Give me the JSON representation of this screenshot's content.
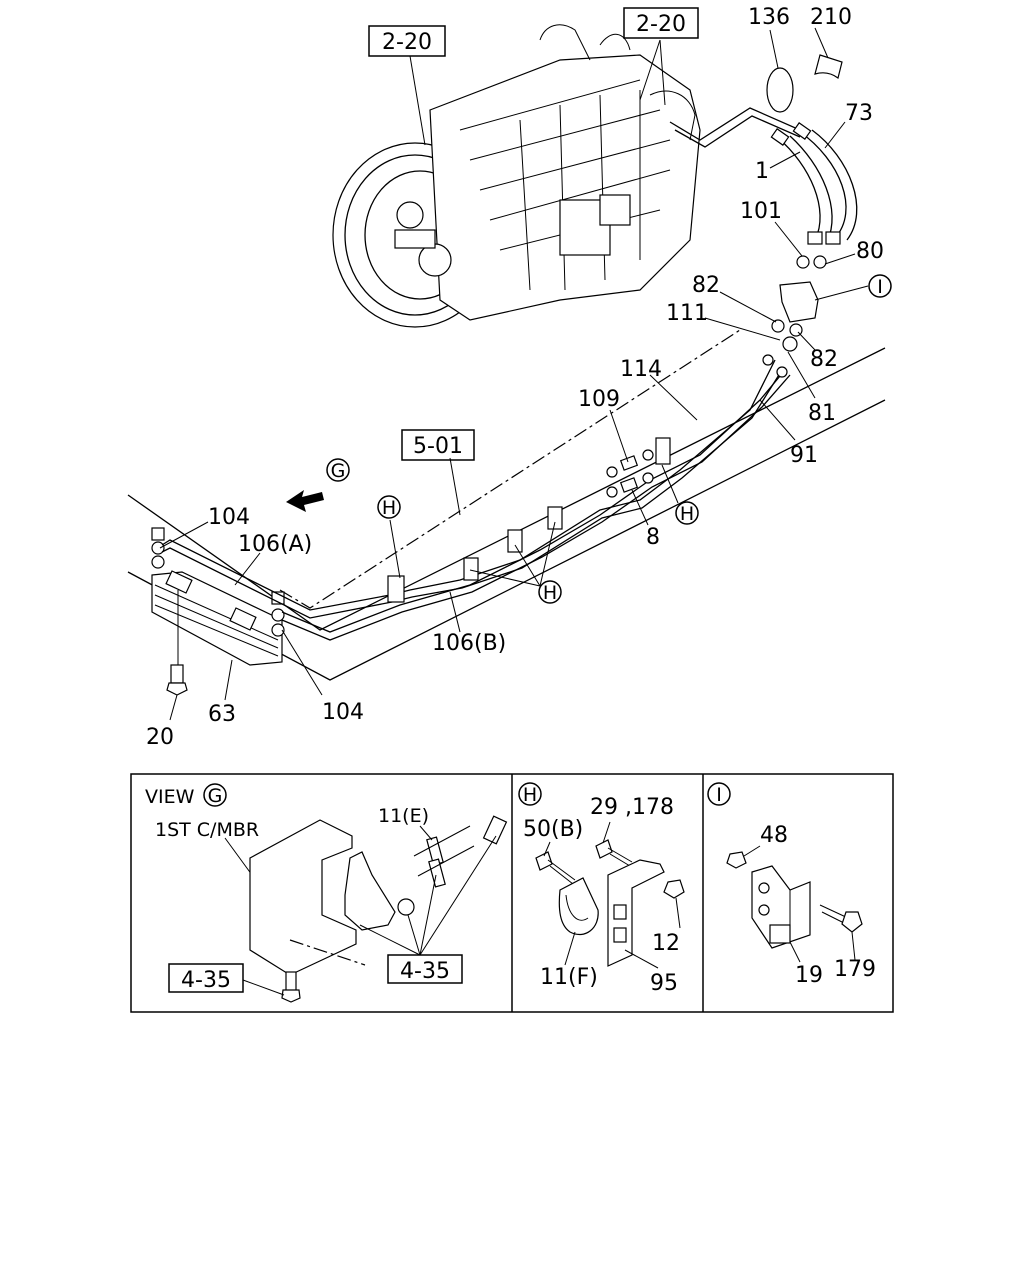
{
  "diagram": {
    "ref_boxes": {
      "left_2_20": "2-20",
      "right_2_20": "2-20",
      "ref_5_01": "5-01",
      "g_4_35_left": "4-35",
      "g_4_35_right": "4-35"
    },
    "callouts": {
      "c136": "136",
      "c210": "210",
      "c73": "73",
      "c1": "1",
      "c101": "101",
      "c80": "80",
      "c82a": "82",
      "c82b": "82",
      "c111": "111",
      "c114": "114",
      "c109": "109",
      "c81": "81",
      "c91": "91",
      "c8": "8",
      "c104a": "104",
      "c104b": "104",
      "c106a": "106(A)",
      "c106b": "106(B)",
      "c63": "63",
      "c20": "20"
    },
    "markers": {
      "g": "G",
      "h": "H",
      "i": "I"
    },
    "panel_g": {
      "view": "VIEW",
      "marker": "G",
      "member": "1ST C/MBR",
      "c11e": "11(E)"
    },
    "panel_h": {
      "marker": "H",
      "c50b": "50(B)",
      "c29": "29 ,178",
      "c12": "12",
      "c11f": "11(F)",
      "c95": "95"
    },
    "panel_i": {
      "marker": "I",
      "c48": "48",
      "c19": "19",
      "c179": "179"
    }
  }
}
